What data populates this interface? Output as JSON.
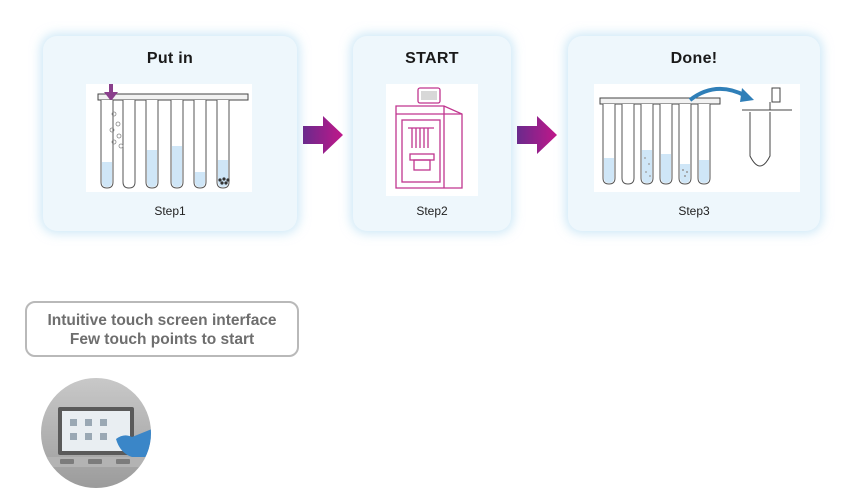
{
  "steps": [
    {
      "title": "Put in",
      "label": "Step1"
    },
    {
      "title": "START",
      "label": "Step2"
    },
    {
      "title": "Done!",
      "label": "Step3"
    }
  ],
  "feature": {
    "line1": "Intuitive touch screen interface",
    "line2": "Few touch points to start"
  },
  "colors": {
    "card_bg": "#eef7fc",
    "arrow_start": "#6a2a8c",
    "arrow_end": "#c0178a",
    "machine_outline": "#c0358f",
    "liquid": "#cfe6f7",
    "down_arrow": "#8a3f8c",
    "curve_arrow": "#2f7fb8"
  },
  "icons": [
    "arrow-right-icon",
    "arrow-down-icon",
    "curved-arrow-icon"
  ]
}
